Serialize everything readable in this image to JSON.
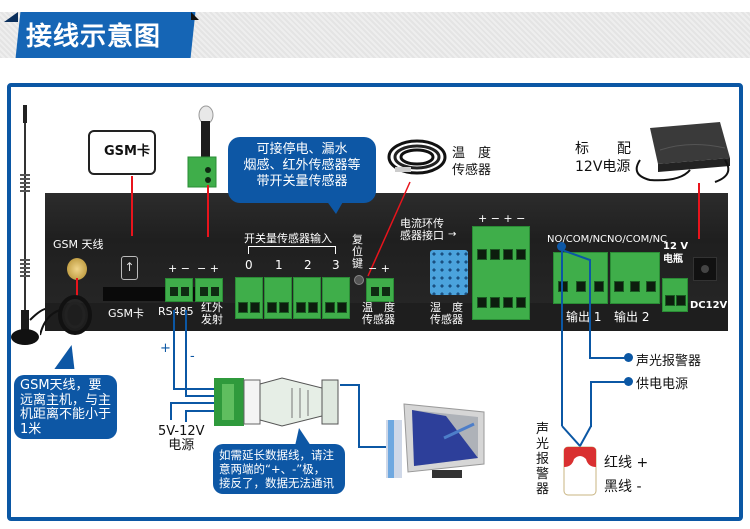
{
  "header": {
    "title": "接线示意图"
  },
  "colors": {
    "frame": "#0b57a4",
    "banner": "#1565b5",
    "bubble": "#0d57a5",
    "terminal": "#3fae4a",
    "wire_red": "#e8141c",
    "device": "#262626"
  },
  "top_components": {
    "gsm_card": "GSM卡",
    "temp_sensor_label": [
      "温　度",
      "传感器"
    ],
    "power_adapter_label": [
      "标　　配",
      "12V电源"
    ]
  },
  "bubbles": {
    "switch_sensor_note": [
      "可接停电、漏水",
      "烟感、红外传感器等",
      "带开关量传感器"
    ],
    "antenna_note": [
      "GSM天线，要",
      "远离主机，与主",
      "机距离不能小于",
      "1米"
    ],
    "data_line_note": [
      "如需延长数据线，请注",
      "意两端的“+、-”极，",
      "接反了，数据无法通讯"
    ]
  },
  "device": {
    "gsm_antenna": "GSM 天线",
    "gsm_card_slot": "GSM卡",
    "rs485": {
      "label": "RS485",
      "polarity": "+ −"
    },
    "ir_emit": {
      "label": [
        "红外",
        "发射"
      ],
      "polarity": "− +"
    },
    "switch_inputs": {
      "title": "开关量传感器输入",
      "channels": [
        "0",
        "1",
        "2",
        "3"
      ]
    },
    "reset_key": [
      "复",
      "位",
      "键"
    ],
    "temp_port": {
      "label": [
        "温　度",
        "传感器"
      ],
      "polarity": "− +"
    },
    "current_loop": {
      "label": [
        "电流环传",
        "感器接口"
      ],
      "polarity": "+ − + −"
    },
    "humidity": [
      "湿　度",
      "传感器"
    ],
    "relay_outputs": [
      {
        "pins": "NO/COM/NC",
        "label": "输出 1"
      },
      {
        "pins": "NO/COM/NC",
        "label": "输出 2"
      }
    ],
    "battery": [
      "12 V",
      "电瓶"
    ],
    "dc_in": "DC12V"
  },
  "wiring": {
    "rs485_plus": "+",
    "rs485_minus": "-",
    "converter_power": [
      "5V-12V",
      "电源"
    ],
    "alarm_link": "声光报警器",
    "power_link": "供电电源",
    "alarm_device": [
      "声",
      "光",
      "报",
      "警",
      "器"
    ],
    "red_wire": "红线 +",
    "black_wire": "黑线 -"
  }
}
